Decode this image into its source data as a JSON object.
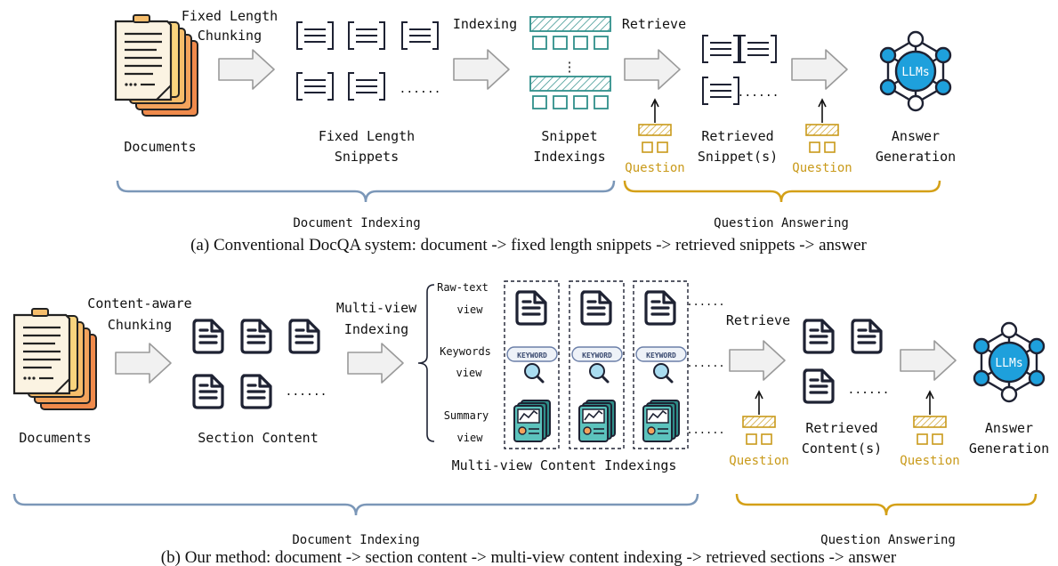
{
  "panel_a": {
    "documents": "Documents",
    "chunk_line1": "Fixed Length",
    "chunk_line2": "Chunking",
    "snippets_line1": "Fixed Length",
    "snippets_line2": "Snippets",
    "ellipsis": "......",
    "indexing": "Indexing",
    "vdots": "⋮",
    "snippet_idx_line1": "Snippet",
    "snippet_idx_line2": "Indexings",
    "retrieve": "Retrieve",
    "question": "Question",
    "retrieved_line1": "Retrieved",
    "retrieved_line2": "Snippet(s)",
    "llm": "LLMs",
    "answer_line1": "Answer",
    "answer_line2": "Generation",
    "brace_left": "Document Indexing",
    "brace_right": "Question Answering",
    "caption": "(a) Conventional DocQA system: document -> fixed length snippets -> retrieved snippets -> answer"
  },
  "panel_b": {
    "documents": "Documents",
    "chunk_line1": "Content-aware",
    "chunk_line2": "Chunking",
    "section": "Section Content",
    "ellipsis": "......",
    "mv_line1": "Multi-view",
    "mv_line2": "Indexing",
    "rawtext_line1": "Raw-text",
    "rawtext_line2": "view",
    "keywords_line1": "Keywords",
    "keywords_line2": "view",
    "summary_line1": "Summary",
    "summary_line2": "view",
    "keyword_tag": "KEYWORD",
    "mv_content": "Multi-view Content Indexings",
    "retrieve": "Retrieve",
    "question": "Question",
    "retrieved_line1": "Retrieved",
    "retrieved_line2": "Content(s)",
    "llm": "LLMs",
    "answer_line1": "Answer",
    "answer_line2": "Generation",
    "brace_left": "Document Indexing",
    "brace_right": "Question Answering",
    "caption": "(b) Our method: document -> section content -> multi-view content indexing -> retrieved sections -> answer"
  },
  "colors": {
    "blue_brace": "#7b97b8",
    "gold_brace": "#d4a017",
    "teal": "#2f8f8a",
    "question": "#c99a1a",
    "llm_fill": "#1ea0dc",
    "ink": "#1e2233"
  }
}
